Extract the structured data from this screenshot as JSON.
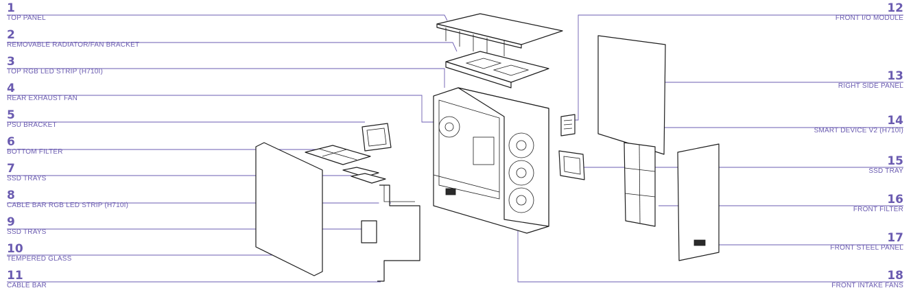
{
  "callouts": [
    {
      "num": "1",
      "label": "TOP PANEL",
      "side": "left"
    },
    {
      "num": "2",
      "label": "REMOVABLE RADIATOR/FAN BRACKET",
      "side": "left"
    },
    {
      "num": "3",
      "label": "TOP RGB LED STRIP (H710i)",
      "side": "left"
    },
    {
      "num": "4",
      "label": "REAR EXHAUST FAN",
      "side": "left"
    },
    {
      "num": "5",
      "label": "PSU BRACKET",
      "side": "left"
    },
    {
      "num": "6",
      "label": "BOTTOM FILTER",
      "side": "left"
    },
    {
      "num": "7",
      "label": "SSD TRAYS",
      "side": "left"
    },
    {
      "num": "8",
      "label": "CABLE BAR RGB LED STRIP (H710i)",
      "side": "left"
    },
    {
      "num": "9",
      "label": "SSD TRAYS",
      "side": "left"
    },
    {
      "num": "10",
      "label": "TEMPERED GLASS",
      "side": "left"
    },
    {
      "num": "11",
      "label": "CABLE BAR",
      "side": "left"
    },
    {
      "num": "12",
      "label": "FRONT I/O MODULE",
      "side": "right"
    },
    {
      "num": "13",
      "label": "RIGHT SIDE PANEL",
      "side": "right"
    },
    {
      "num": "14",
      "label": "SMART DEVICE V2 (H710i)",
      "side": "right"
    },
    {
      "num": "15",
      "label": "SSD TRAY",
      "side": "right"
    },
    {
      "num": "16",
      "label": "FRONT FILTER",
      "side": "right"
    },
    {
      "num": "17",
      "label": "FRONT STEEL PANEL",
      "side": "right"
    },
    {
      "num": "18",
      "label": "FRONT INTAKE FANS",
      "side": "right"
    }
  ],
  "colors": {
    "accent": "#6a5bb0",
    "outline": "#1c1c1c"
  }
}
